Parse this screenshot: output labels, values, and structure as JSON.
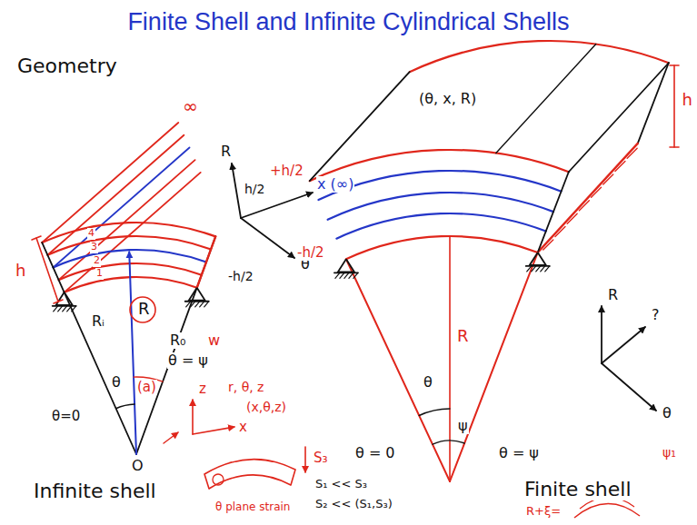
{
  "diagram": {
    "title": "Finite Shell and Infinite Cylindrical Shells",
    "labels": [
      "Geometry",
      "∞",
      "h",
      "1",
      "2",
      "3",
      "4",
      "Rᵢ",
      "R",
      "θ",
      "θ=0",
      "O",
      "Infinite shell",
      "R₀",
      "w",
      "θ = ψ",
      "(a)",
      "x (∞)",
      "h/2",
      "-h/2",
      "R",
      "θ",
      "z",
      "x",
      "r, θ, z",
      "(x,θ,z)",
      "S₃",
      "θ plane strain",
      "S₁ << S₃",
      "S₂ << (S₁,S₃)",
      "(θ, x, R)",
      "h",
      "+h/2",
      "-h/2",
      "R",
      "θ",
      "ψ",
      "θ = 0",
      "θ = ψ",
      "R",
      "?",
      "θ",
      "ψ₁",
      "Finite shell",
      "R+ξ="
    ]
  }
}
